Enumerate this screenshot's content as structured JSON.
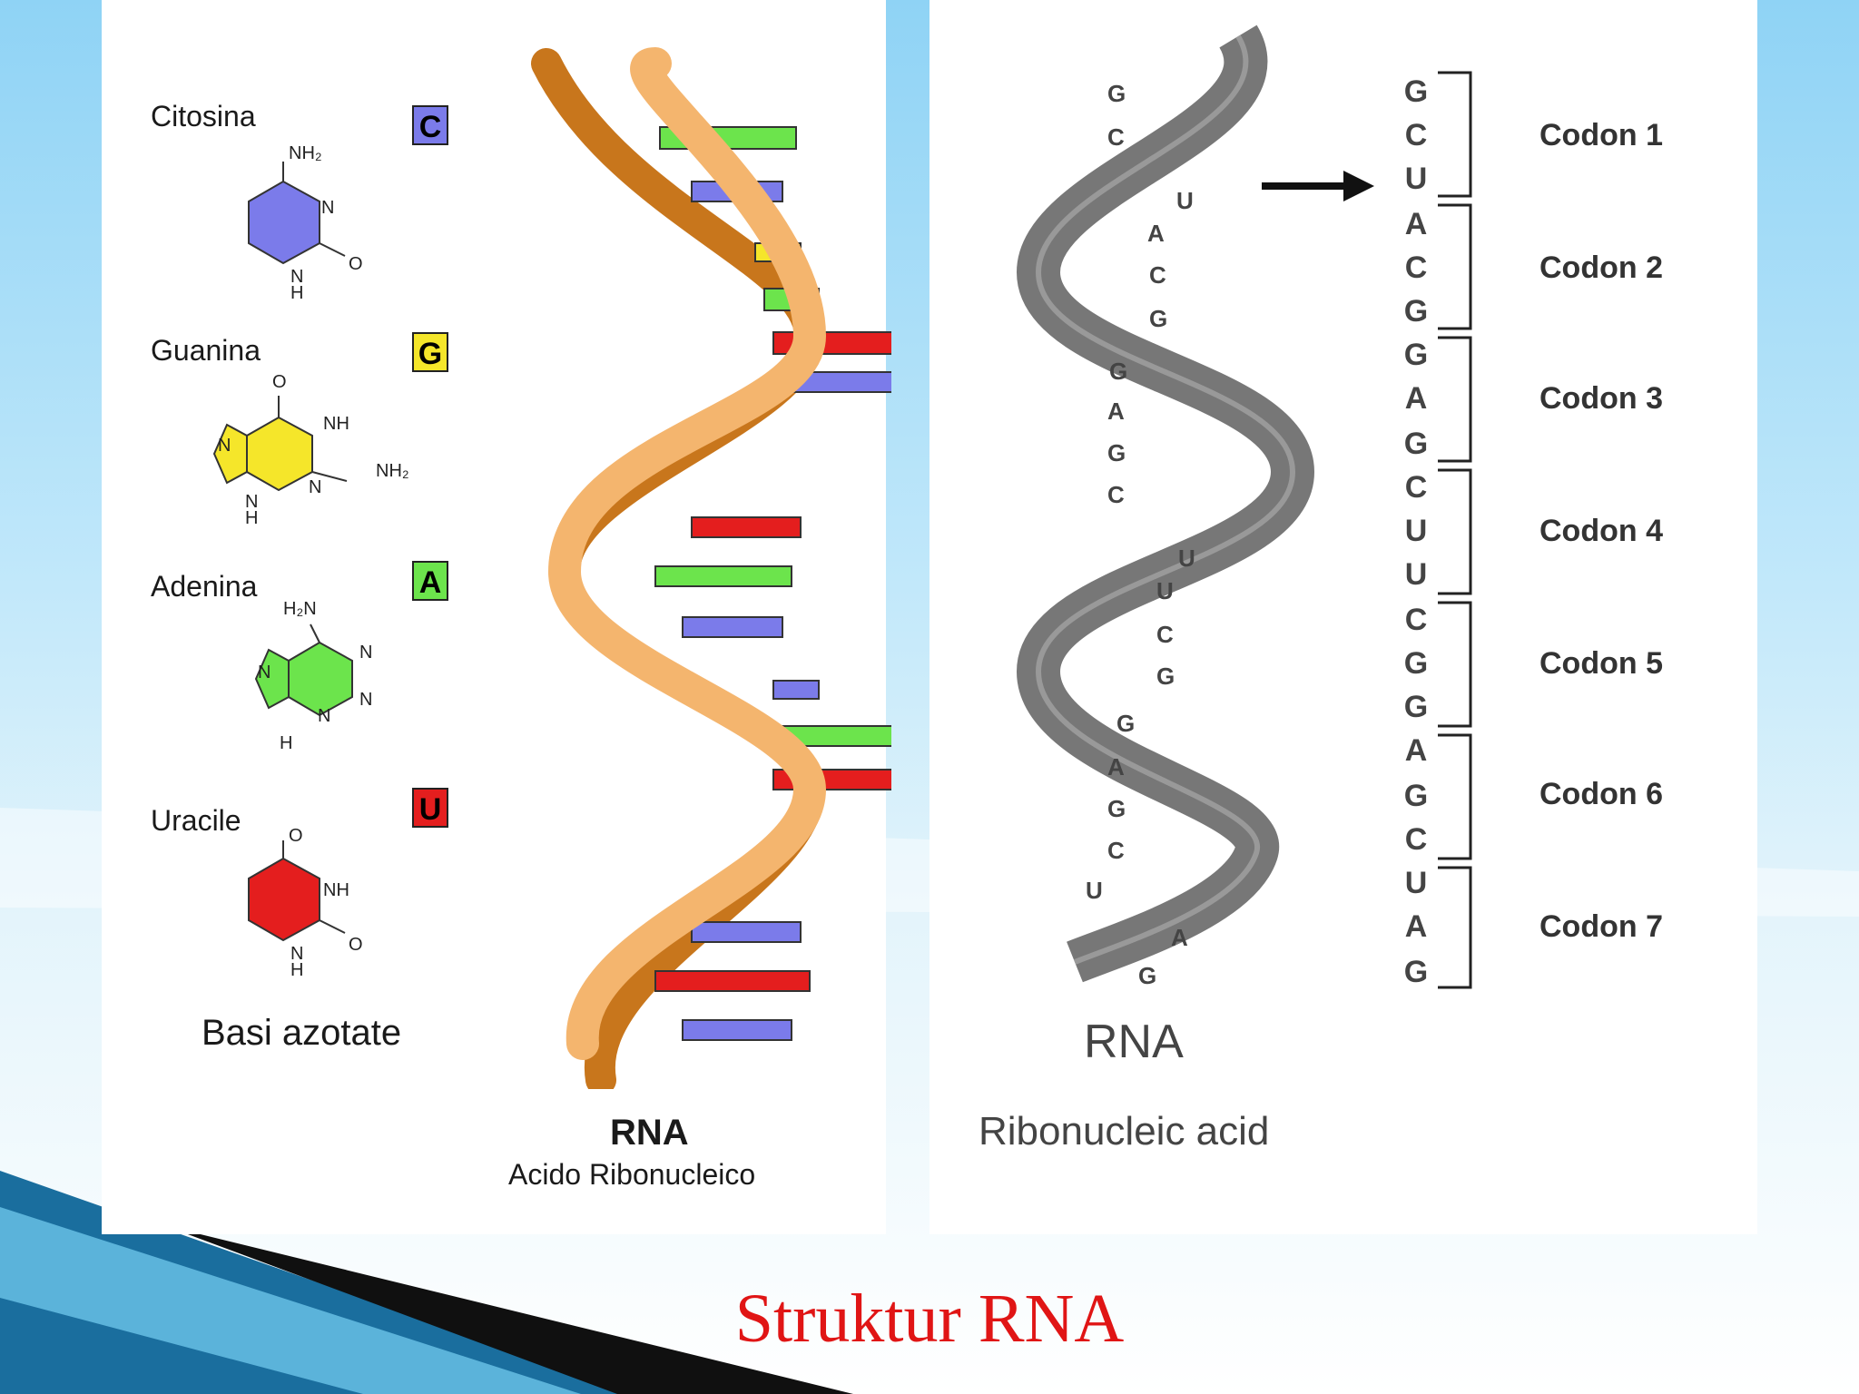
{
  "slide_title": "Struktur RNA",
  "left_panel": {
    "bases": [
      {
        "name": "Citosina",
        "letter": "C",
        "color": "#7b7bea",
        "chem": [
          "NH₂",
          "N",
          "O",
          "N",
          "H"
        ]
      },
      {
        "name": "Guanina",
        "letter": "G",
        "color": "#f5e62a",
        "chem": [
          "O",
          "NH",
          "NH₂",
          "N",
          "N",
          "N",
          "H"
        ]
      },
      {
        "name": "Adenina",
        "letter": "A",
        "color": "#6ce44c",
        "chem": [
          "H₂N",
          "N",
          "N",
          "N",
          "N",
          "H"
        ]
      },
      {
        "name": "Uracile",
        "letter": "U",
        "color": "#e41e1e",
        "chem": [
          "O",
          "NH",
          "O",
          "N",
          "H"
        ]
      }
    ],
    "caption": "Basi azotate",
    "rna_title": "RNA",
    "rna_subtitle": "Acido Ribonucleico"
  },
  "right_panel": {
    "helix_bases": [
      "G",
      "C",
      "U",
      "A",
      "C",
      "G",
      "G",
      "A",
      "G",
      "C",
      "U",
      "U",
      "C",
      "G",
      "G",
      "A",
      "G",
      "C",
      "U",
      "A",
      "G"
    ],
    "sequence": [
      "G",
      "C",
      "U",
      "A",
      "C",
      "G",
      "G",
      "A",
      "G",
      "C",
      "U",
      "U",
      "C",
      "G",
      "G",
      "A",
      "G",
      "C",
      "U",
      "A",
      "G"
    ],
    "codons": [
      "Codon 1",
      "Codon 2",
      "Codon 3",
      "Codon 4",
      "Codon 5",
      "Codon 6",
      "Codon 7"
    ],
    "rna_label": "RNA",
    "caption": "Ribonucleic acid"
  },
  "colors": {
    "cytosine": "#7b7bea",
    "guanine": "#f5e62a",
    "adenine": "#6ce44c",
    "uracil": "#e41e1e",
    "backbone_front": "#f4b56e",
    "backbone_back": "#c8761c",
    "rna_strand": "#777777",
    "title": "#e01515"
  }
}
